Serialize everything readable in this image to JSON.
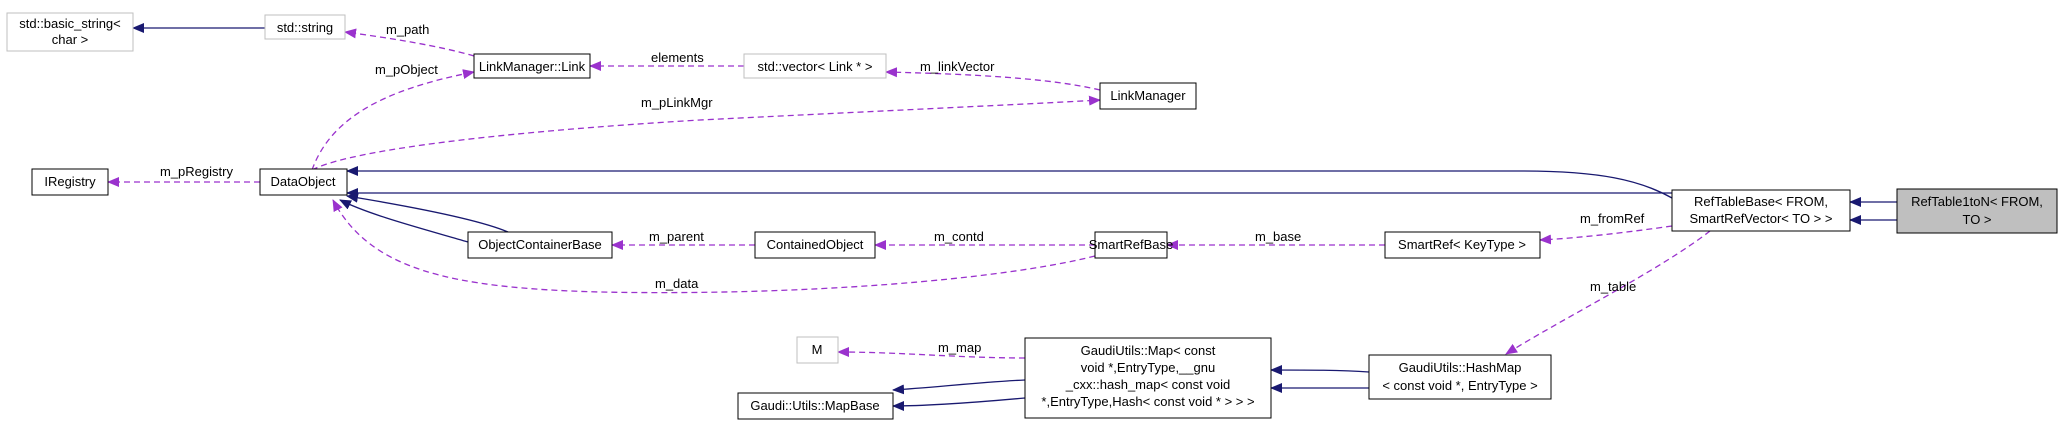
{
  "colors": {
    "inheritance_edge": "#191970",
    "usage_edge": "#9a32cd",
    "node_border": "#000000",
    "external_node_border": "#bfbfbf",
    "highlight_fill": "#bfbfbf"
  },
  "nodes": {
    "basic_string": {
      "lines": [
        "std::basic_string<",
        "char >"
      ]
    },
    "string": {
      "lines": [
        "std::string"
      ]
    },
    "link": {
      "lines": [
        "LinkManager::Link"
      ]
    },
    "vector": {
      "lines": [
        "std::vector< Link * >"
      ]
    },
    "linkmanager": {
      "lines": [
        "LinkManager"
      ]
    },
    "iregistry": {
      "lines": [
        "IRegistry"
      ]
    },
    "dataobject": {
      "lines": [
        "DataObject"
      ]
    },
    "objcontainer": {
      "lines": [
        "ObjectContainerBase"
      ]
    },
    "contained": {
      "lines": [
        "ContainedObject"
      ]
    },
    "smartrefbase": {
      "lines": [
        "SmartRefBase"
      ]
    },
    "smartref": {
      "lines": [
        "SmartRef< KeyType >"
      ]
    },
    "reftablebase": {
      "lines": [
        "RefTableBase< FROM,",
        "SmartRefVector< TO > >"
      ]
    },
    "reftable1ton": {
      "lines": [
        "RefTable1toN< FROM,",
        "TO >"
      ]
    },
    "m": {
      "lines": [
        "M"
      ]
    },
    "map": {
      "lines": [
        "GaudiUtils::Map< const",
        "void *,EntryType,__gnu",
        "_cxx::hash_map< const void",
        "*,EntryType,Hash< const void * > > >"
      ]
    },
    "mapbase": {
      "lines": [
        "Gaudi::Utils::MapBase"
      ]
    },
    "hashmap": {
      "lines": [
        "GaudiUtils::HashMap",
        "< const void *, EntryType >"
      ]
    }
  },
  "edge_labels": {
    "m_path": "m_path",
    "m_pObject": "m_pObject",
    "elements": "elements",
    "m_linkVector": "m_linkVector",
    "m_pLinkMgr": "m_pLinkMgr",
    "m_pRegistry": "m_pRegistry",
    "m_parent": "m_parent",
    "m_contd": "m_contd",
    "m_base": "m_base",
    "m_fromRef": "m_fromRef",
    "m_table": "m_table",
    "m_data": "m_data",
    "m_map": "m_map"
  }
}
